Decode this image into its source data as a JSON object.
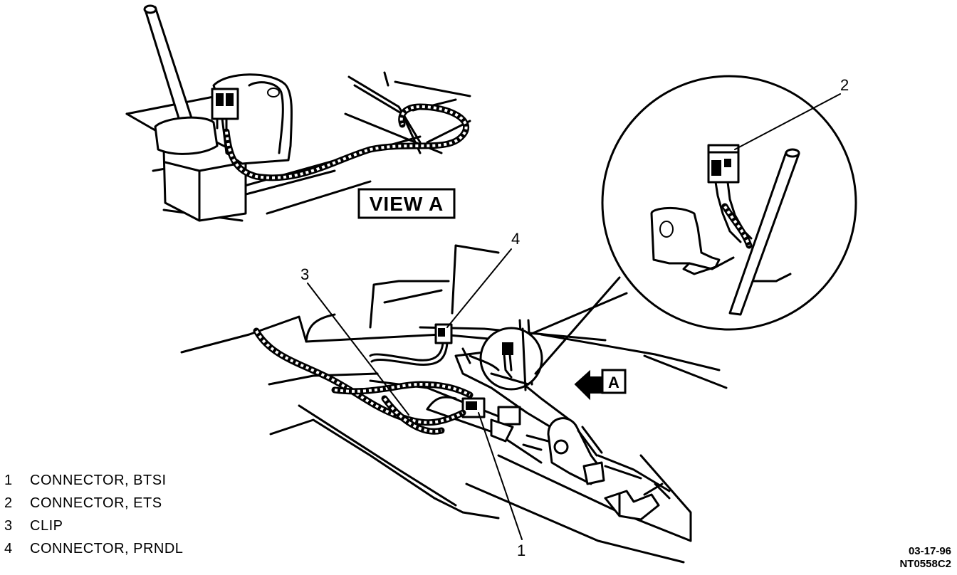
{
  "view_label": "VIEW A",
  "arrow_label": "A",
  "callouts": {
    "c1": "1",
    "c2": "2",
    "c3": "3",
    "c4": "4"
  },
  "legend": [
    {
      "num": "1",
      "text": "CONNECTOR, BTSI"
    },
    {
      "num": "2",
      "text": "CONNECTOR, ETS"
    },
    {
      "num": "3",
      "text": "CLIP"
    },
    {
      "num": "4",
      "text": "CONNECTOR, PRNDL"
    }
  ],
  "date_code": "03-17-96",
  "figure_code": "NT0558C2"
}
